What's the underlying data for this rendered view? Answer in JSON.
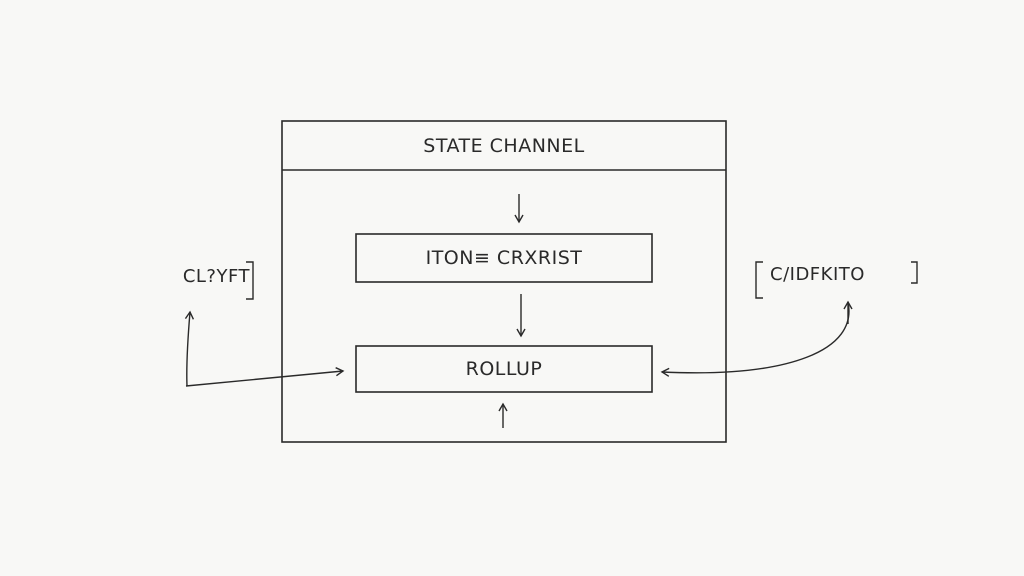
{
  "diagram": {
    "title": "STATE CHANNEL",
    "nodes": {
      "top_box": "ITON≡ CRXRIST",
      "bottom_box": "ROLLUP",
      "left_label": "CL?YFT",
      "right_label": "C/IDFKITO"
    },
    "colors": {
      "background": "#f8f8f6",
      "stroke": "#2a2a2a",
      "text": "#2a2a2a"
    },
    "icons": [
      "arrow-down-icon",
      "arrow-up-icon",
      "curved-arrow-icon"
    ]
  }
}
